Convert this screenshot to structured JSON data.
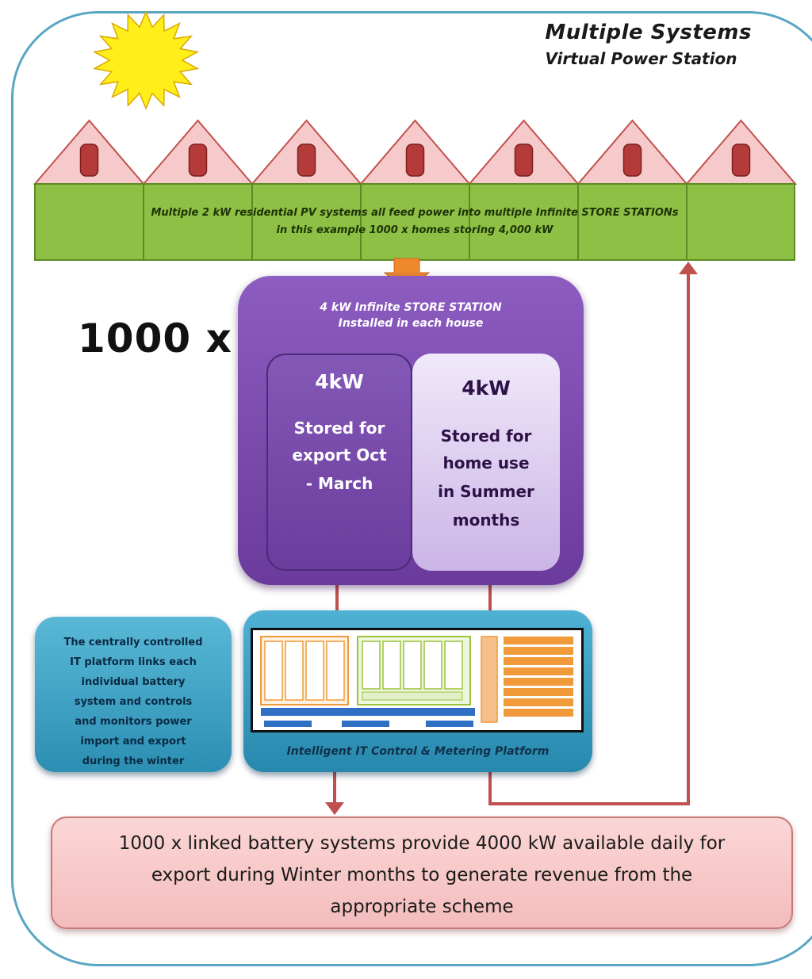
{
  "title": {
    "line1": "Multiple Systems",
    "line2": "Virtual Power Station"
  },
  "icons": {
    "sun": "sun-icon",
    "house": "house-icon"
  },
  "houses_band": {
    "line1": "Multiple 2 kW residential PV systems all feed power into multiple Infinite STORE STATIONs",
    "line2": "in this example 1000 x homes storing 4,000 kW"
  },
  "multiplier": "1000 x",
  "store_station": {
    "header_line1": "4 kW Infinite STORE STATION",
    "header_line2": "Installed in each house",
    "left_cell": {
      "kw": "4kW",
      "line1": "Stored for",
      "line2": "export Oct",
      "line3": "- March"
    },
    "right_cell": {
      "kw": "4kW",
      "line1": "Stored for",
      "line2": "home use",
      "line3": "in Summer",
      "line4": "months"
    }
  },
  "it_note": {
    "line1": "The centrally controlled",
    "line2": "IT platform links each",
    "line3": "individual battery",
    "line4": "system and controls",
    "line5": "and monitors power",
    "line6": "import and export",
    "line7": "during the winter"
  },
  "it_platform": {
    "caption": "Intelligent IT Control & Metering Platform"
  },
  "bottom_box": {
    "line1": "1000 x linked battery systems provide 4000 kW available daily for",
    "line2": "export during Winter months to generate revenue from the",
    "line3": "appropriate scheme"
  },
  "colors": {
    "frame": "#58a6c2",
    "roof": "#f6caca",
    "wall": "#8dc044",
    "store": "#7a4aae",
    "connector": "#c0504d",
    "arrow_orange": "#f0882e",
    "it_box": "#3aa0c8",
    "bottom_box": "#f8c9c9"
  }
}
